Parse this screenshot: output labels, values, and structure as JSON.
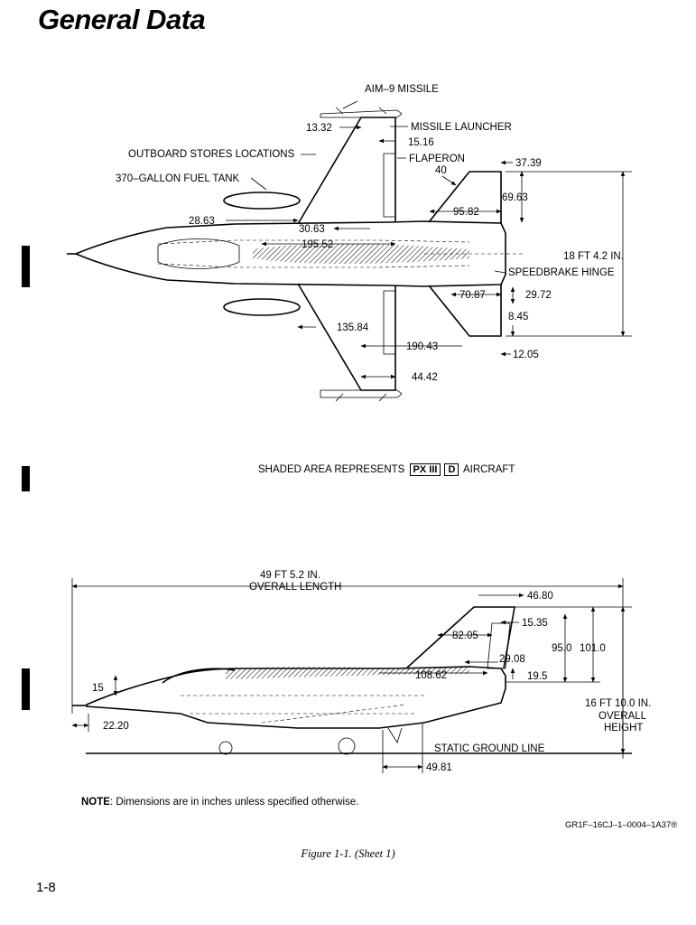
{
  "page": {
    "title": "General Data",
    "shaded_note": {
      "prefix": "SHADED AREA REPRESENTS",
      "box1": "PX III",
      "box2": "D",
      "suffix": "AIRCRAFT"
    },
    "note": {
      "label": "NOTE",
      "text": ": Dimensions are in inches unless specified otherwise."
    },
    "figure_code": "GR1F–16CJ–1–0004–1A37",
    "figure_code_mark": "®",
    "caption": "Figure 1-1.  (Sheet 1)",
    "page_number": "1-8"
  },
  "plan_view": {
    "labels": {
      "aim9": "AIM–9 MISSILE",
      "missile_launcher": "MISSILE LAUNCHER",
      "outboard_stores": "OUTBOARD STORES LOCATIONS",
      "fuel_tank": "370–GALLON FUEL TANK",
      "flaperon": "FLAPERON",
      "speedbrake_hinge": "SPEEDBRAKE HINGE",
      "span_ft": "18 FT 4.2 IN."
    },
    "dims": {
      "d13_32": "13.32",
      "d15_16": "15.16",
      "d40": "40",
      "d37_39": "37.39",
      "d69_63": "69.63",
      "d95_82": "95.82",
      "d28_63": "28.63",
      "d30_63": "30.63",
      "d195_52": "195.52",
      "d70_87": "70.87",
      "d29_72": "29.72",
      "d8_45": "8.45",
      "d135_84": "135.84",
      "d190_43": "190.43",
      "d12_05": "12.05",
      "d44_42": "44.42"
    }
  },
  "side_view": {
    "labels": {
      "length_ft": "49 FT 5.2 IN.",
      "overall_length": "OVERALL LENGTH",
      "height_ft": "16 FT 10.0 IN.",
      "overall": "OVERALL",
      "height": "HEIGHT",
      "static_ground_line": "STATIC GROUND LINE"
    },
    "dims": {
      "d46_80": "46.80",
      "d15_35": "15.35",
      "d82_05": "82.05",
      "d95_0": "95.0",
      "d101_0": "101.0",
      "d29_08": "29.08",
      "d108_62": "108.62",
      "d19_5": "19.5",
      "d15": "15",
      "d22_20": "22.20",
      "d49_81": "49.81"
    }
  }
}
